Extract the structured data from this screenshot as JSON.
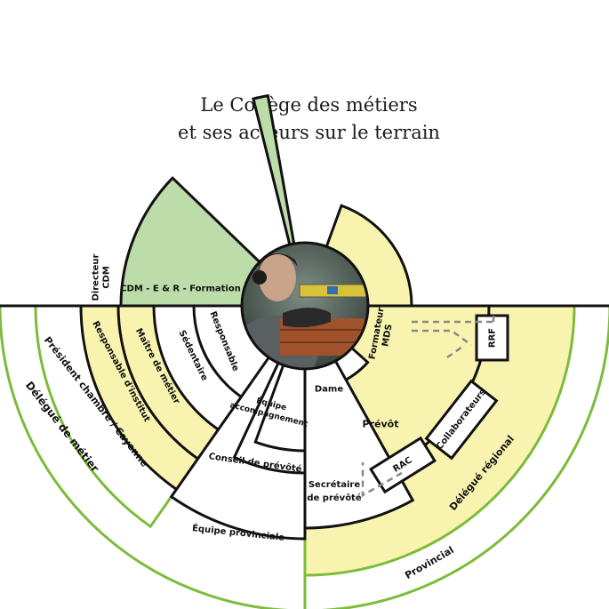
{
  "title": {
    "line1": "Le Collège des métiers",
    "line2": "et ses acteurs sur le terrain"
  },
  "colors": {
    "outer_ring": "#7dbb3a",
    "yellow": "#f8f4b0",
    "green": "#bcdcaa",
    "line": "#111111",
    "dash": "#888888"
  },
  "central_photo": {
    "icon": "craftsman-photo"
  },
  "labels": {
    "delegue_metier": "Délégué de métier",
    "president_chambre": "Président chambre / Cayenne",
    "responsable_institut": "Responsable d'institut",
    "maitre_metier": "Maître de métier",
    "sedentaire": "Sédentaire",
    "responsable": "Responsable",
    "directeur_l1": "Directeur",
    "directeur_l2": "CDM",
    "cdm_formation": "CDM - E & R - Formation",
    "equipe_l1": "Équipe",
    "equipe_l2": "accompagnement",
    "conseil_prevote": "Conseil de prévôté",
    "equipe_provinciale": "Équipe provinciale",
    "dame": "Dame",
    "prevot": "Prévôt",
    "formateur_l1": "Formateur",
    "formateur_l2": "MDS",
    "rrf": "RRF",
    "collaborateurs": "Collaborateurs",
    "rac": "RAC",
    "secretaire_l1": "Secrétaire",
    "secretaire_l2": "de prévôté",
    "delegue_regional": "Délégué régional",
    "provincial": "Provincial"
  }
}
